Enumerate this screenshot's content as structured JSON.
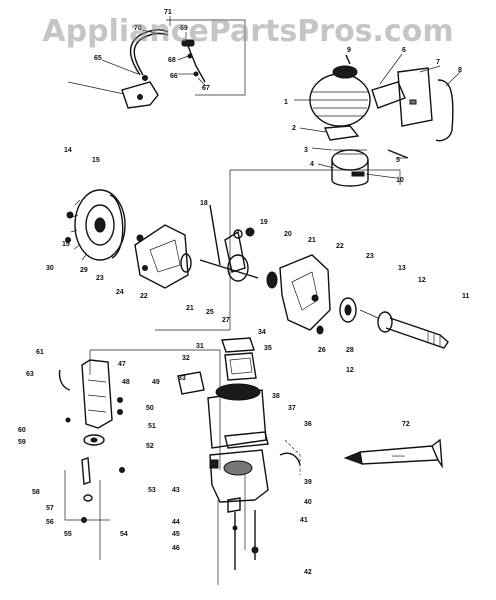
{
  "watermark": "AppliancePartsPros.com",
  "labels": [
    {
      "id": "71",
      "text": "71"
    },
    {
      "id": "70",
      "text": "70"
    },
    {
      "id": "69",
      "text": "69"
    },
    {
      "id": "68",
      "text": "68"
    },
    {
      "id": "67",
      "text": "67"
    },
    {
      "id": "66",
      "text": "66"
    },
    {
      "id": "65",
      "text": "65"
    },
    {
      "id": "9",
      "text": "9"
    },
    {
      "id": "6",
      "text": "6"
    },
    {
      "id": "7",
      "text": "7"
    },
    {
      "id": "8",
      "text": "8"
    },
    {
      "id": "1",
      "text": "1"
    },
    {
      "id": "2",
      "text": "2"
    },
    {
      "id": "3",
      "text": "3"
    },
    {
      "id": "4",
      "text": "4"
    },
    {
      "id": "5",
      "text": "5"
    },
    {
      "id": "10",
      "text": "10"
    },
    {
      "id": "14",
      "text": "14"
    },
    {
      "id": "15a",
      "text": "15"
    },
    {
      "id": "15b",
      "text": "15"
    },
    {
      "id": "30",
      "text": "30"
    },
    {
      "id": "29",
      "text": "29"
    },
    {
      "id": "18",
      "text": "18"
    },
    {
      "id": "19",
      "text": "19"
    },
    {
      "id": "20",
      "text": "20"
    },
    {
      "id": "21a",
      "text": "21"
    },
    {
      "id": "21b",
      "text": "21"
    },
    {
      "id": "22a",
      "text": "22"
    },
    {
      "id": "22b",
      "text": "22"
    },
    {
      "id": "23a",
      "text": "23"
    },
    {
      "id": "23b",
      "text": "23"
    },
    {
      "id": "24",
      "text": "24"
    },
    {
      "id": "25",
      "text": "25"
    },
    {
      "id": "26",
      "text": "26"
    },
    {
      "id": "27",
      "text": "27"
    },
    {
      "id": "28",
      "text": "28"
    },
    {
      "id": "13",
      "text": "13"
    },
    {
      "id": "12a",
      "text": "12"
    },
    {
      "id": "12b",
      "text": "12"
    },
    {
      "id": "11",
      "text": "11"
    },
    {
      "id": "34",
      "text": "34"
    },
    {
      "id": "35",
      "text": "35"
    },
    {
      "id": "31",
      "text": "31"
    },
    {
      "id": "32",
      "text": "32"
    },
    {
      "id": "33",
      "text": "33"
    },
    {
      "id": "61",
      "text": "61"
    },
    {
      "id": "63",
      "text": "63"
    },
    {
      "id": "47",
      "text": "47"
    },
    {
      "id": "48",
      "text": "48"
    },
    {
      "id": "49",
      "text": "49"
    },
    {
      "id": "60",
      "text": "60"
    },
    {
      "id": "59",
      "text": "59"
    },
    {
      "id": "50",
      "text": "50"
    },
    {
      "id": "51",
      "text": "51"
    },
    {
      "id": "52",
      "text": "52"
    },
    {
      "id": "58",
      "text": "58"
    },
    {
      "id": "57",
      "text": "57"
    },
    {
      "id": "56",
      "text": "56"
    },
    {
      "id": "55",
      "text": "55"
    },
    {
      "id": "53",
      "text": "53"
    },
    {
      "id": "54",
      "text": "54"
    },
    {
      "id": "36",
      "text": "36"
    },
    {
      "id": "37",
      "text": "37"
    },
    {
      "id": "38",
      "text": "38"
    },
    {
      "id": "39",
      "text": "39"
    },
    {
      "id": "40",
      "text": "40"
    },
    {
      "id": "41",
      "text": "41"
    },
    {
      "id": "43",
      "text": "43"
    },
    {
      "id": "44",
      "text": "44"
    },
    {
      "id": "45",
      "text": "45"
    },
    {
      "id": "46",
      "text": "46"
    },
    {
      "id": "42",
      "text": "42"
    },
    {
      "id": "72",
      "text": "72"
    }
  ]
}
